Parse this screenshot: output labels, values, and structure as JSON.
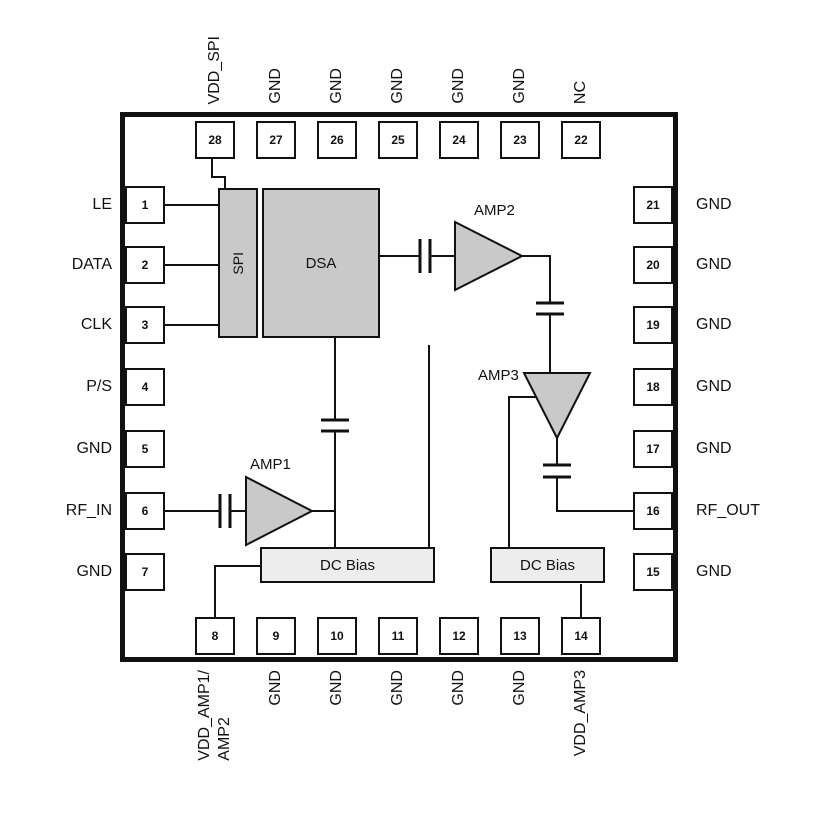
{
  "pins": {
    "top": [
      {
        "number": "28",
        "label": "VDD_SPI"
      },
      {
        "number": "27",
        "label": "GND"
      },
      {
        "number": "26",
        "label": "GND"
      },
      {
        "number": "25",
        "label": "GND"
      },
      {
        "number": "24",
        "label": "GND"
      },
      {
        "number": "23",
        "label": "GND"
      },
      {
        "number": "22",
        "label": "NC"
      }
    ],
    "left": [
      {
        "number": "1",
        "label": "LE"
      },
      {
        "number": "2",
        "label": "DATA"
      },
      {
        "number": "3",
        "label": "CLK"
      },
      {
        "number": "4",
        "label": "P/S"
      },
      {
        "number": "5",
        "label": "GND"
      },
      {
        "number": "6",
        "label": "RF_IN"
      },
      {
        "number": "7",
        "label": "GND"
      }
    ],
    "right": [
      {
        "number": "21",
        "label": "GND"
      },
      {
        "number": "20",
        "label": "GND"
      },
      {
        "number": "19",
        "label": "GND"
      },
      {
        "number": "18",
        "label": "GND"
      },
      {
        "number": "17",
        "label": "GND"
      },
      {
        "number": "16",
        "label": "RF_OUT"
      },
      {
        "number": "15",
        "label": "GND"
      }
    ],
    "bottom": [
      {
        "number": "8",
        "label": "VDD_AMP1/\nAMP2"
      },
      {
        "number": "9",
        "label": "GND"
      },
      {
        "number": "10",
        "label": "GND"
      },
      {
        "number": "11",
        "label": "GND"
      },
      {
        "number": "12",
        "label": "GND"
      },
      {
        "number": "13",
        "label": "GND"
      },
      {
        "number": "14",
        "label": "VDD_AMP3"
      }
    ]
  },
  "blocks": {
    "spi": {
      "label": "SPI"
    },
    "dsa": {
      "label": "DSA"
    },
    "amp1": {
      "label": "AMP1"
    },
    "amp2": {
      "label": "AMP2"
    },
    "amp3": {
      "label": "AMP3"
    },
    "dc_bias_left": {
      "label": "DC Bias"
    },
    "dc_bias_right": {
      "label": "DC Bias"
    }
  },
  "colors": {
    "outline": "#111111",
    "block_fill": "#c9c9c9",
    "dc_bias_fill": "#ededed",
    "background": "#ffffff"
  }
}
